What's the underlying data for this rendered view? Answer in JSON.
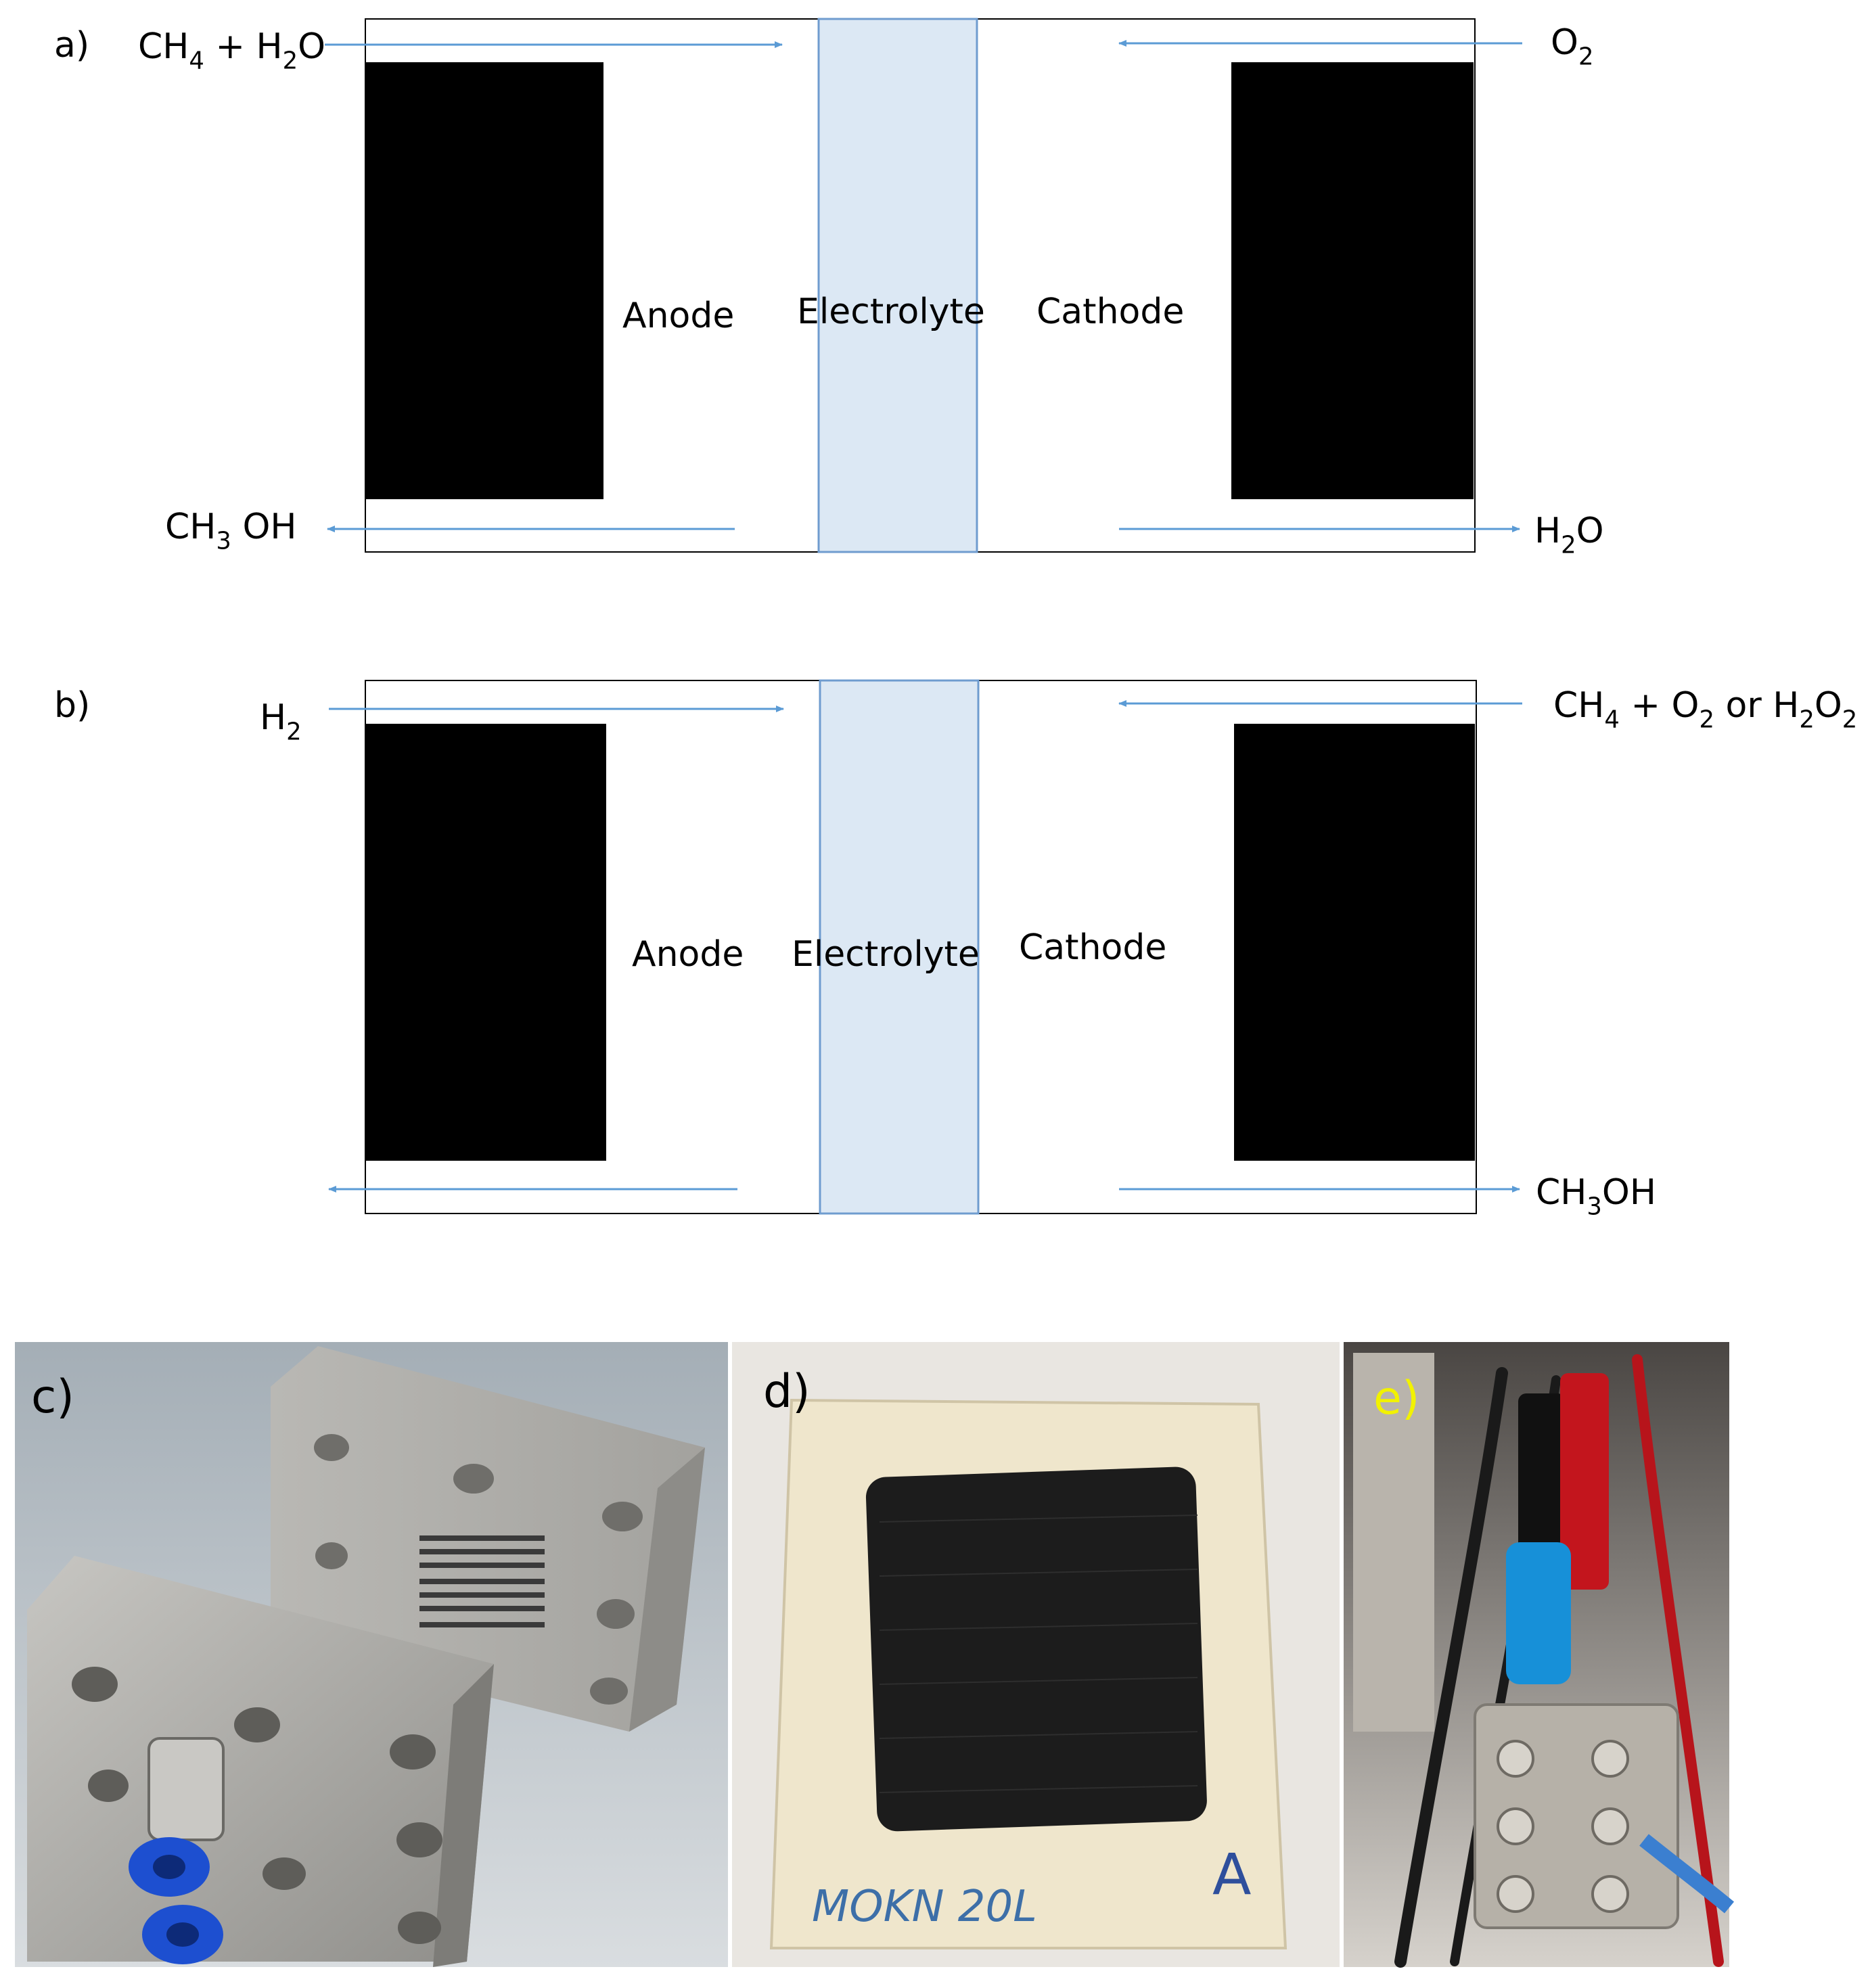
{
  "panels": {
    "a": {
      "label": "a)",
      "anode": "Anode",
      "electrolyte": "Electrolyte",
      "cathode": "Cathode",
      "inlet_left": [
        {
          "t": "CH"
        },
        {
          "t": "4",
          "sub": true
        },
        {
          "t": " + H"
        },
        {
          "t": "2",
          "sub": true
        },
        {
          "t": "O"
        }
      ],
      "inlet_right": [
        {
          "t": "O"
        },
        {
          "t": "2",
          "sub": true
        }
      ],
      "outlet_left": [
        {
          "t": "CH"
        },
        {
          "t": "3",
          "sub": true
        },
        {
          "t": " OH"
        }
      ],
      "outlet_right": [
        {
          "t": "H"
        },
        {
          "t": "2",
          "sub": true
        },
        {
          "t": "O"
        }
      ]
    },
    "b": {
      "label": "b)",
      "anode": "Anode",
      "electrolyte": "Electrolyte",
      "cathode": "Cathode",
      "inlet_left": [
        {
          "t": "H"
        },
        {
          "t": "2",
          "sub": true
        }
      ],
      "inlet_right": [
        {
          "t": "CH"
        },
        {
          "t": "4",
          "sub": true
        },
        {
          "t": " + O"
        },
        {
          "t": "2",
          "sub": true
        },
        {
          "t": " or H"
        },
        {
          "t": "2",
          "sub": true
        },
        {
          "t": "O"
        },
        {
          "t": "2",
          "sub": true
        }
      ],
      "outlet_right": [
        {
          "t": "CH"
        },
        {
          "t": "3",
          "sub": true
        },
        {
          "t": "OH"
        }
      ]
    },
    "photos": {
      "c_label": "c)",
      "d_label": "d)",
      "e_label": "e)",
      "d_handwriting": "MOKN 20L",
      "d_letter": "A"
    }
  },
  "colors": {
    "electrolyte_fill": "#dce8f4",
    "electrolyte_stroke": "#6f9ccf",
    "arrow": "#5b9bd5",
    "electrode": "#000000",
    "e_label": "#f2f200"
  },
  "icons": [
    "flow-arrow-icon"
  ]
}
